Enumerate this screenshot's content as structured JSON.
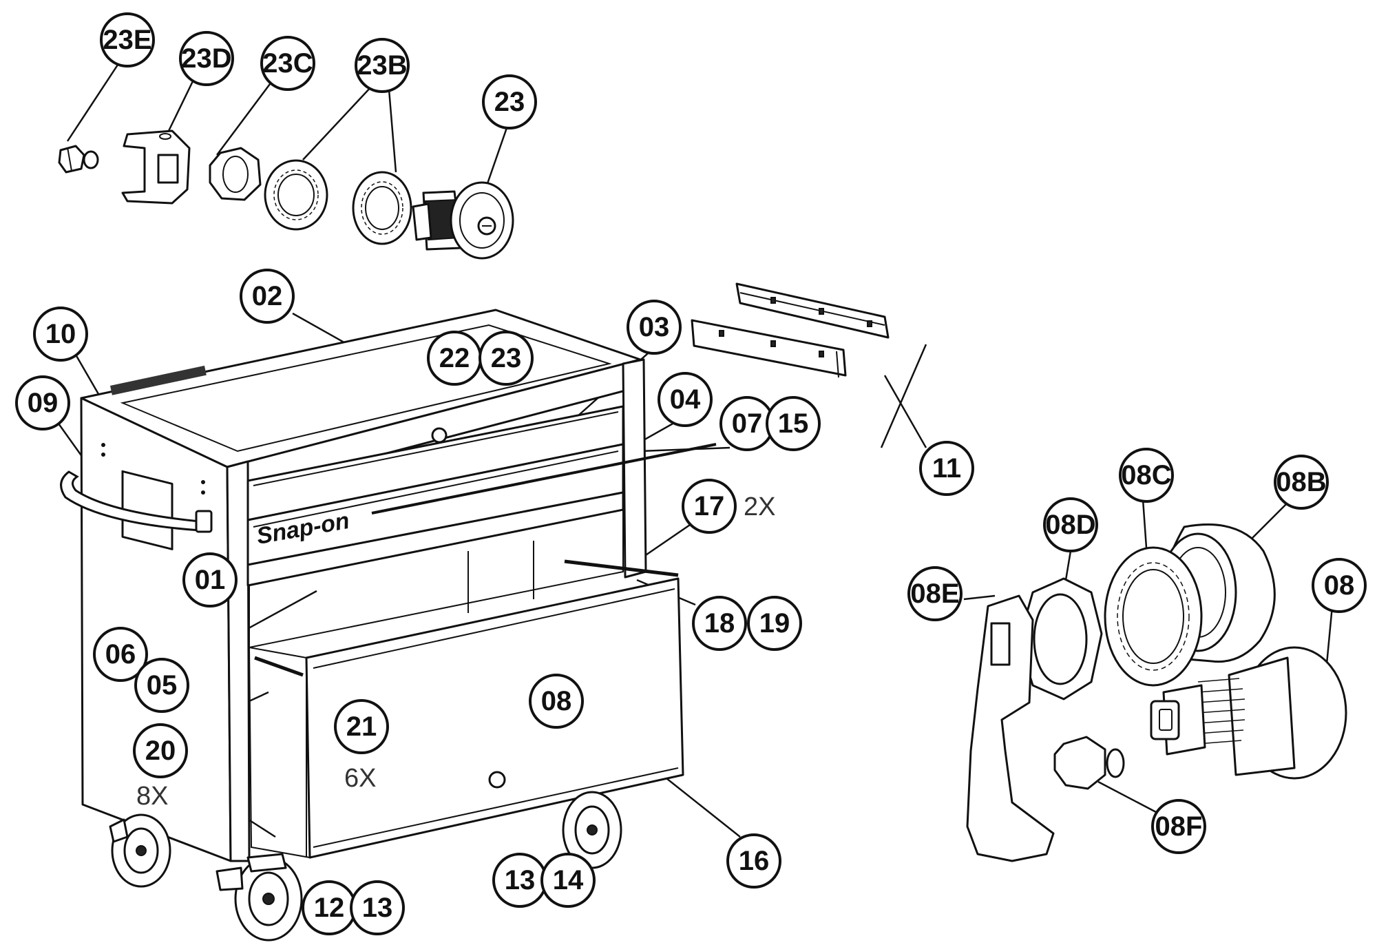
{
  "labels": {
    "l23E": "23E",
    "l23D": "23D",
    "l23C": "23C",
    "l23B": "23B",
    "l23_top": "23",
    "l02": "02",
    "l10": "10",
    "l09": "09",
    "l22": "22",
    "l23_main": "23",
    "l03": "03",
    "l04": "04",
    "l07": "07",
    "l15": "15",
    "l11": "11",
    "l17": "17",
    "l01": "01",
    "l06": "06",
    "l05": "05",
    "l18": "18",
    "l19": "19",
    "l21": "21",
    "l08_drawer": "08",
    "l20": "20",
    "l16": "16",
    "l13a": "13",
    "l14": "14",
    "l12": "12",
    "l13b": "13",
    "l08C": "08C",
    "l08B": "08B",
    "l08D": "08D",
    "l08E": "08E",
    "l08": "08",
    "l08F": "08F"
  },
  "quantities": {
    "q17": "2X",
    "q20": "8X",
    "q21": "6X"
  },
  "brand_text": "Snap-on"
}
